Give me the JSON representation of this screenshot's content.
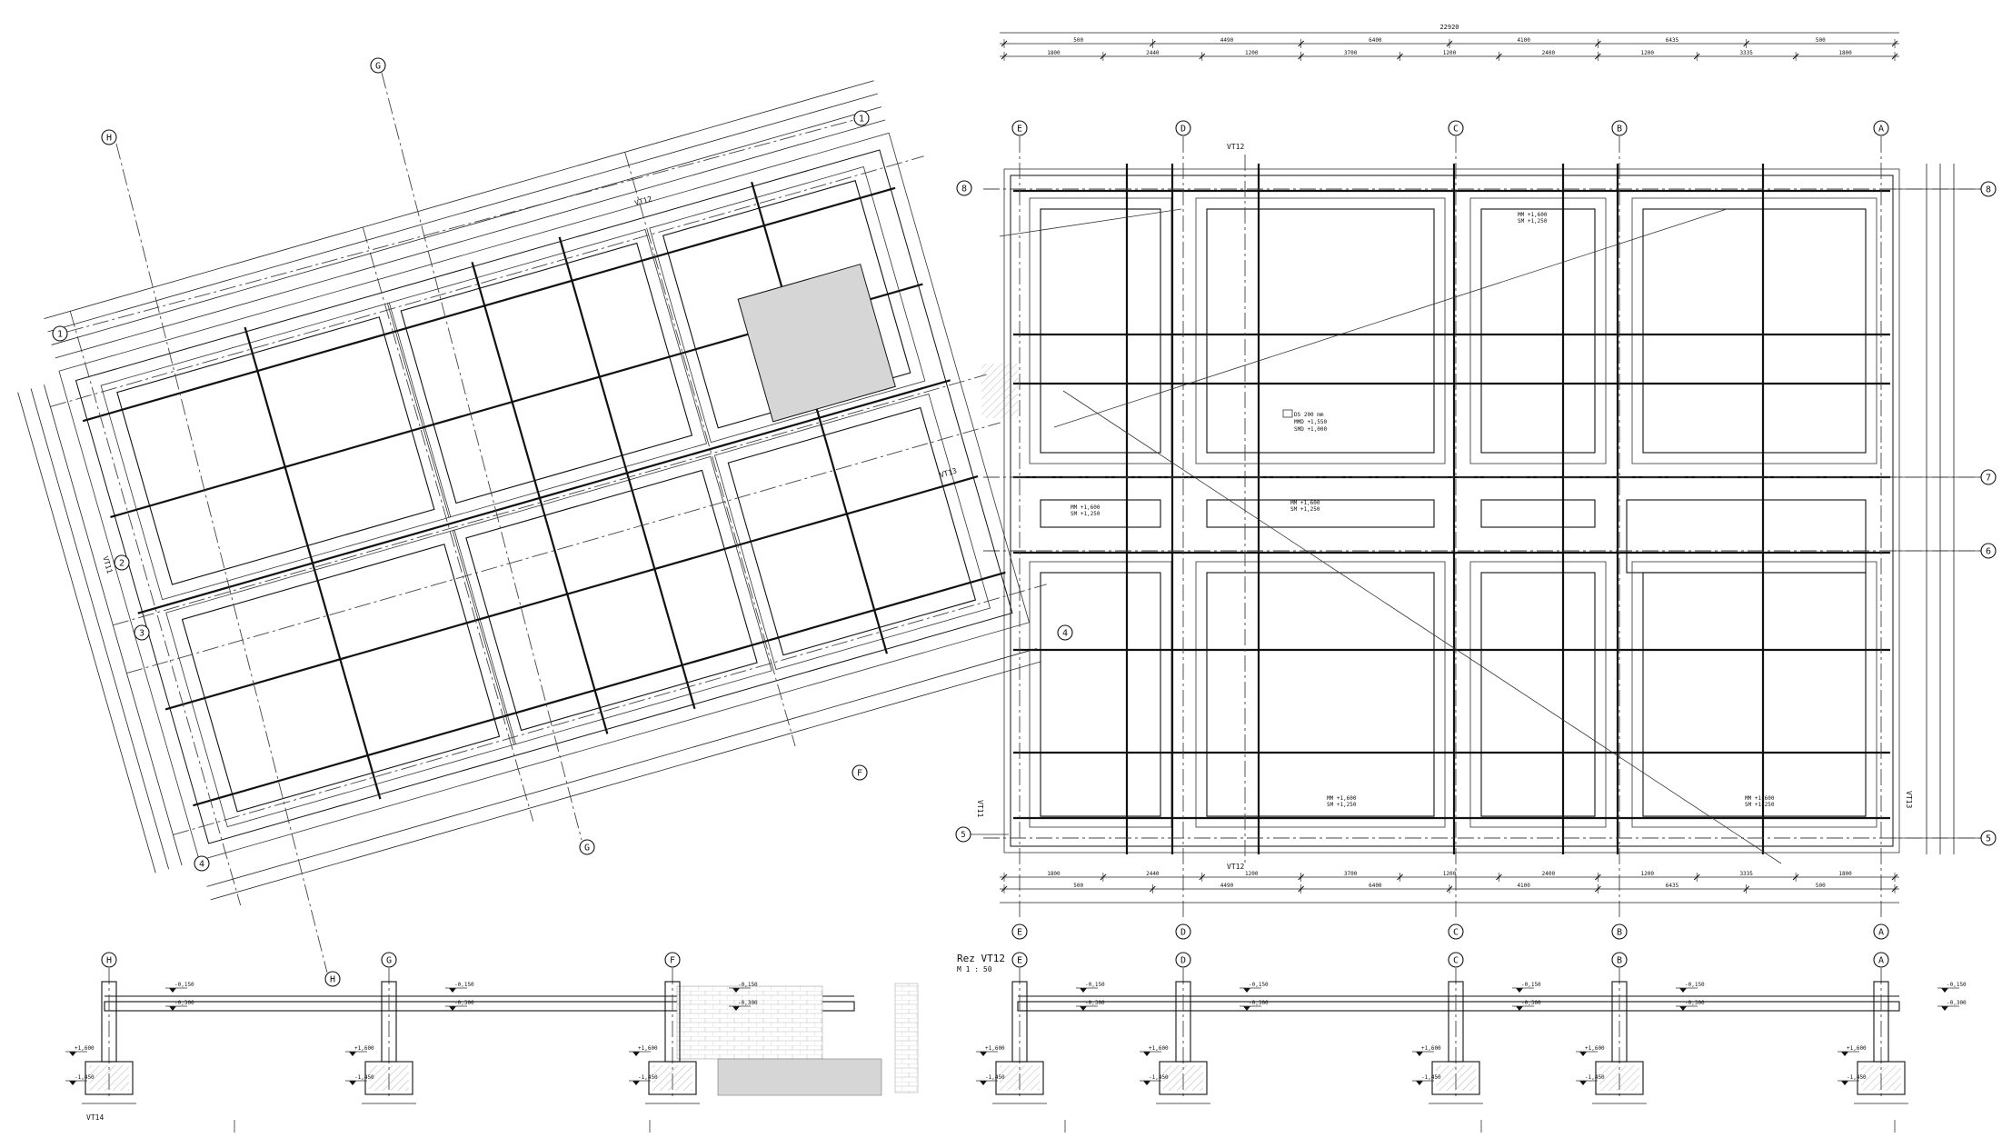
{
  "section": {
    "title": "Rez VT12",
    "scale": "M 1 : 50"
  },
  "plan": {
    "column_axes": [
      "E",
      "D",
      "C",
      "B",
      "A"
    ],
    "row_axes": [
      "8",
      "7",
      "6",
      "5"
    ],
    "overall_dimension": "22920",
    "top_dims_row1": [
      "500",
      "4490",
      "6400",
      "4100",
      "6435",
      "500"
    ],
    "top_dims_row2": [
      "1800",
      "2440",
      "1200",
      "3700",
      "1200",
      "2400",
      "1200",
      "3335",
      "1800"
    ],
    "beam_labels": [
      "VT11",
      "VT12",
      "VT13"
    ],
    "slab_note": [
      "MM +1,600",
      "SM +1,250"
    ],
    "hatch_note": [
      "DS 200 mm",
      "MMD +1,550",
      "SMD +1,000"
    ]
  },
  "rotated_plan": {
    "column_axes": [
      "H",
      "G",
      "F"
    ],
    "row_axes": [
      "1",
      "2",
      "3",
      "4"
    ],
    "top_right_axes": [
      "1",
      "8"
    ],
    "mid_axis": "4",
    "bottom_axes": [
      "G",
      "H"
    ],
    "beam_labels": [
      "VT11",
      "VT12",
      "VT13"
    ]
  },
  "section_left": {
    "axes": [
      "H",
      "G",
      "F"
    ],
    "label": "VT14",
    "levels": [
      "-0,150",
      "-0,300",
      "+1,600",
      "-1,450"
    ]
  },
  "section_right": {
    "axes": [
      "E",
      "D",
      "C",
      "B",
      "A"
    ],
    "levels": [
      "-0,150",
      "-0,300",
      "+1,600",
      "-1,450"
    ]
  },
  "colors": {
    "line": "#111111",
    "hatch": "#d6d6d6",
    "background": "#ffffff"
  }
}
